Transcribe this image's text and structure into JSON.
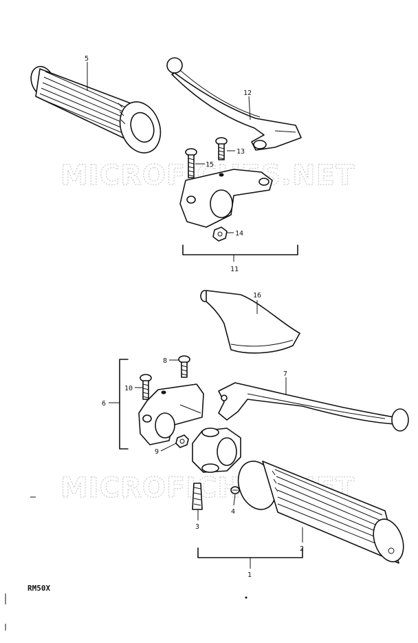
{
  "watermark_top": "MICROFICHES.NET",
  "watermark_bottom": "MICROFICHES.NET",
  "model_code": "RM50X",
  "callouts": {
    "c1": "1",
    "c2": "2",
    "c3": "3",
    "c4": "4",
    "c5": "5",
    "c6": "6",
    "c7": "7",
    "c8": "8",
    "c9": "9",
    "c10": "10",
    "c11": "11",
    "c12": "12",
    "c13": "13",
    "c14": "14",
    "c15": "15",
    "c16": "16"
  }
}
